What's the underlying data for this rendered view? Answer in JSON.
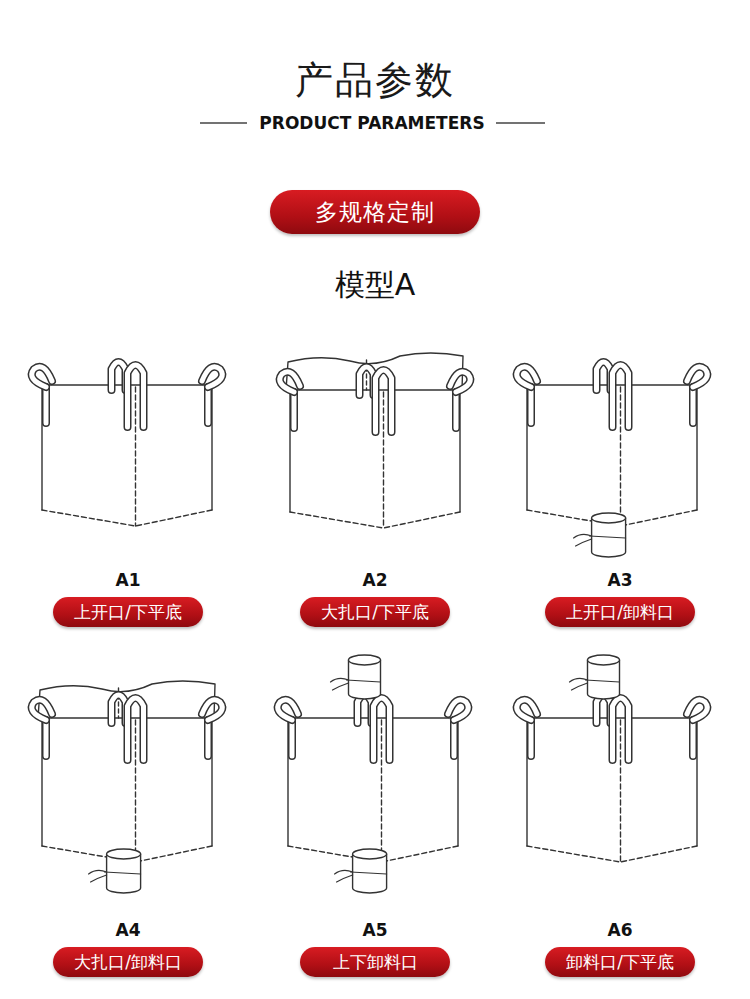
{
  "diagram": {
    "title": "产品参数",
    "nodes": [
      {
        "text": [
          "多规格定制"
        ]
      },
      {
        "text": [
          "上开口/下平底"
        ]
      },
      {
        "text": [
          "大扎口/下平底"
        ]
      },
      {
        "text": [
          "上开口/卸料口"
        ]
      },
      {
        "text": [
          "大扎口/卸料口"
        ]
      },
      {
        "text": [
          "上下卸料口"
        ]
      },
      {
        "text": [
          "卸料口/下平底"
        ]
      }
    ],
    "labels": [
      "PRODUCT PARAMETERS",
      "模型A",
      "A1",
      "A2",
      "A3",
      "A4",
      "A5",
      "A6"
    ]
  }
}
